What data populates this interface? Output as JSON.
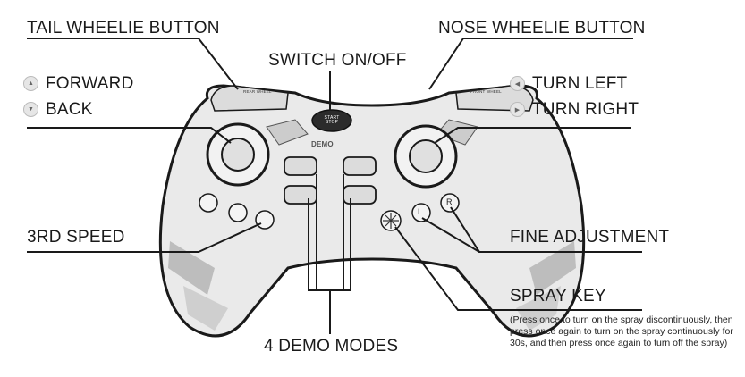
{
  "labels": {
    "tail_wheelie": "TAIL WHEELIE BUTTON",
    "nose_wheelie": "NOSE WHEELIE BUTTON",
    "switch": "SWITCH ON/OFF",
    "forward": "FORWARD",
    "back": "BACK",
    "turn_left": "TURN LEFT",
    "turn_right": "TURN RIGHT",
    "third_speed": "3RD SPEED",
    "fine_adjustment": "FINE ADJUSTMENT",
    "spray_key": "SPRAY KEY",
    "demo_modes": "4 DEMO MODES"
  },
  "spray_note": "(Press once to turn on the spray discontinuously, then press once again to turn on the spray continuously for 30s, and then press once again to turn off the spray)",
  "controller": {
    "start_stop": "START STOP",
    "demo": "DEMO",
    "rear_wheel": "REAR WHEEL",
    "front_wheel": "FRONT WHEEL",
    "btn_l": "L",
    "btn_r": "R"
  },
  "icons": {
    "forward": "triangle-up-icon",
    "back": "triangle-down-icon",
    "turn_left": "triangle-left-icon",
    "turn_right": "triangle-right-icon"
  },
  "colors": {
    "body": "#eaeaea",
    "outline": "#1a1a1a",
    "stripe": "#bdbdbd"
  }
}
